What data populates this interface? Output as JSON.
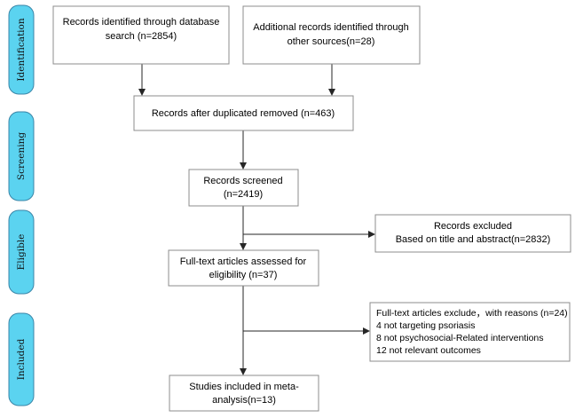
{
  "phases": [
    {
      "label": "Identification"
    },
    {
      "label": "Screening"
    },
    {
      "label": "Eligible"
    },
    {
      "label": "Included"
    }
  ],
  "boxes": {
    "database": {
      "lines": [
        "Records identified through database",
        "search (n=2854)"
      ]
    },
    "other_sources": {
      "lines": [
        "Additional records identified through",
        "other sources(n=28)"
      ]
    },
    "duplicates_removed": {
      "lines": [
        "Records after duplicated  removed (n=463)"
      ]
    },
    "screened": {
      "lines": [
        "Records screened",
        "(n=2419)"
      ]
    },
    "excluded": {
      "lines": [
        "Records excluded",
        "Based on title and abstract(n=2832)"
      ]
    },
    "full_text": {
      "lines": [
        "Full-text articles assessed for",
        "eligibility (n=37)"
      ]
    },
    "full_text_excluded": {
      "lines": [
        "Full-text articles exclude，with reasons (n=24)",
        "4 not targeting psoriasis",
        "8 not psychosocial-Related interventions",
        "12 not relevant outcomes"
      ]
    },
    "included": {
      "lines": [
        "Studies included in meta-",
        "analysis(n=13)"
      ]
    }
  },
  "colors": {
    "phase_fill": "#5BD3F0",
    "phase_stroke": "#3A86A8",
    "box_stroke": "#8C8C8C",
    "arrow": "#262626"
  }
}
